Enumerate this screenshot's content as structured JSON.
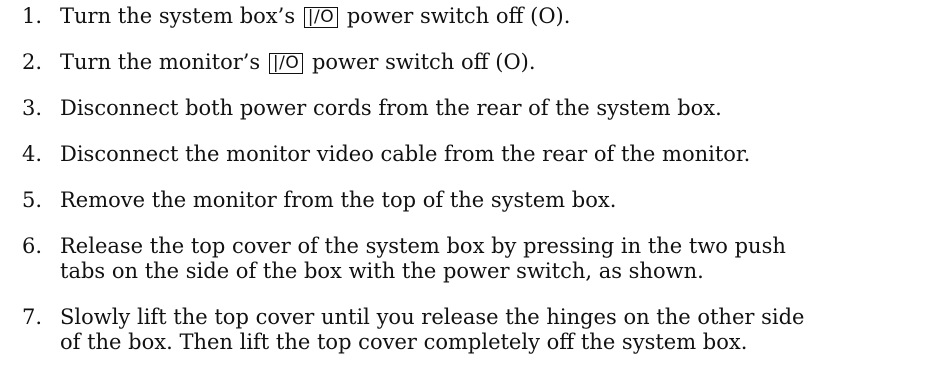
{
  "steps": [
    {
      "number": "1.",
      "before": "Turn the system box’s",
      "symbol": "|/O",
      "after": "power switch off (O)."
    },
    {
      "number": "2.",
      "before": "Turn the monitor’s",
      "symbol": "|/O",
      "after": "power switch off (O)."
    },
    {
      "number": "3.",
      "lines": [
        "Disconnect both power cords from the rear of the system box."
      ]
    },
    {
      "number": "4.",
      "lines": [
        "Disconnect the monitor video cable from the rear of the monitor."
      ]
    },
    {
      "number": "5.",
      "lines": [
        "Remove the monitor from the top of the system box."
      ]
    },
    {
      "number": "6.",
      "lines": [
        "Release the top cover of the system box by pressing in the two push",
        "tabs on the side of the box with the power switch, as shown."
      ]
    },
    {
      "number": "7.",
      "lines": [
        "Slowly lift the top cover until you release the hinges on the other side",
        "of the box. Then lift the top cover completely off the system box."
      ]
    }
  ]
}
